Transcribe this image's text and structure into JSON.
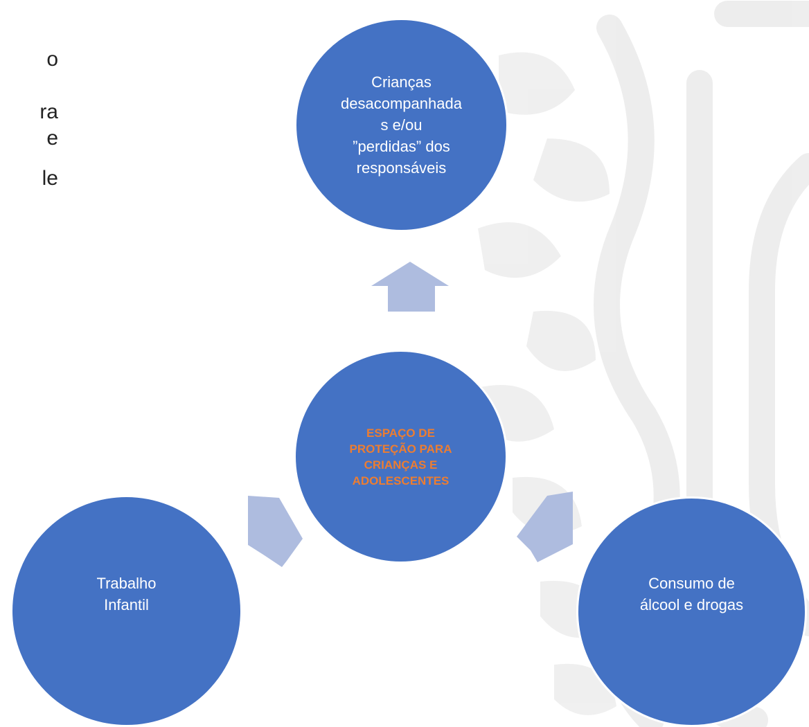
{
  "colors": {
    "circle_fill": "#4472c4",
    "circle_text": "#ffffff",
    "center_text": "#ed7d31",
    "arrow_fill": "#aebcdf",
    "watermark": "#e4e4e4"
  },
  "left_text_fragments": [
    "o",
    "ra",
    "e",
    "le"
  ],
  "center_node": {
    "lines": [
      "ESPAÇO DE",
      "PROTEÇÃO PARA",
      "CRIANÇAS E",
      "ADOLESCENTES"
    ]
  },
  "outer_nodes": {
    "top": {
      "lines": [
        "Crianças",
        "desacompanhada",
        "s  e/ou",
        "”perdidas” dos",
        "responsáveis"
      ]
    },
    "bottom_left": {
      "lines": [
        "Trabalho",
        "Infantil"
      ]
    },
    "bottom_right": {
      "lines": [
        "Consumo de",
        "álcool e drogas"
      ]
    }
  }
}
